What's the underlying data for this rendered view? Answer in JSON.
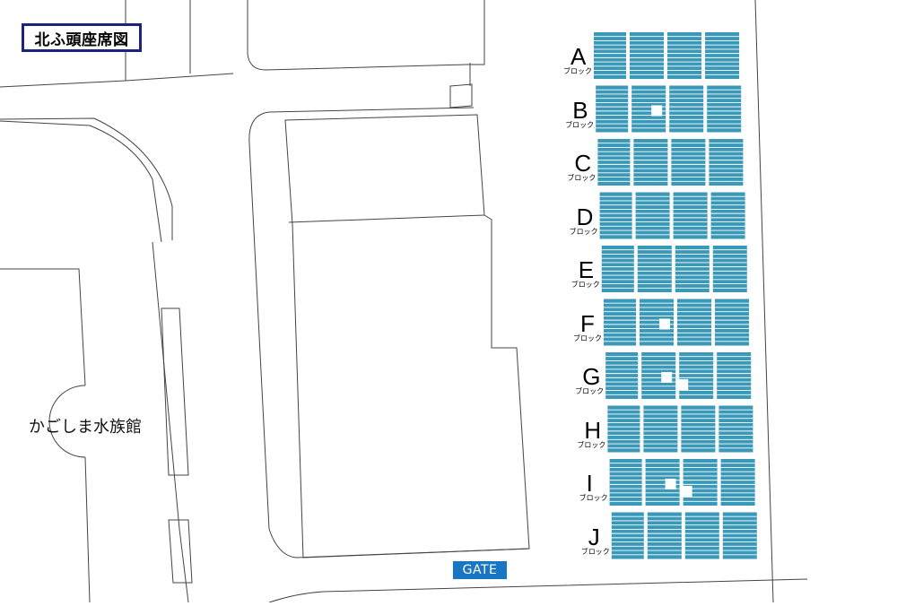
{
  "map": {
    "title": "北ふ頭座席図",
    "building_label": "かごしま水族館",
    "gate_label": "GATE",
    "block_suffix": "ブロック",
    "seat_color": "#3a98b8",
    "gate_color": "#1976c2",
    "title_border_color": "#1a237e"
  },
  "blocks": [
    {
      "letter": "A",
      "empty_seats": 0
    },
    {
      "letter": "B",
      "empty_seats": 1
    },
    {
      "letter": "C",
      "empty_seats": 0
    },
    {
      "letter": "D",
      "empty_seats": 0
    },
    {
      "letter": "E",
      "empty_seats": 0
    },
    {
      "letter": "F",
      "empty_seats": 1
    },
    {
      "letter": "G",
      "empty_seats": 2
    },
    {
      "letter": "H",
      "empty_seats": 0
    },
    {
      "letter": "I",
      "empty_seats": 2
    },
    {
      "letter": "J",
      "empty_seats": 0
    }
  ]
}
